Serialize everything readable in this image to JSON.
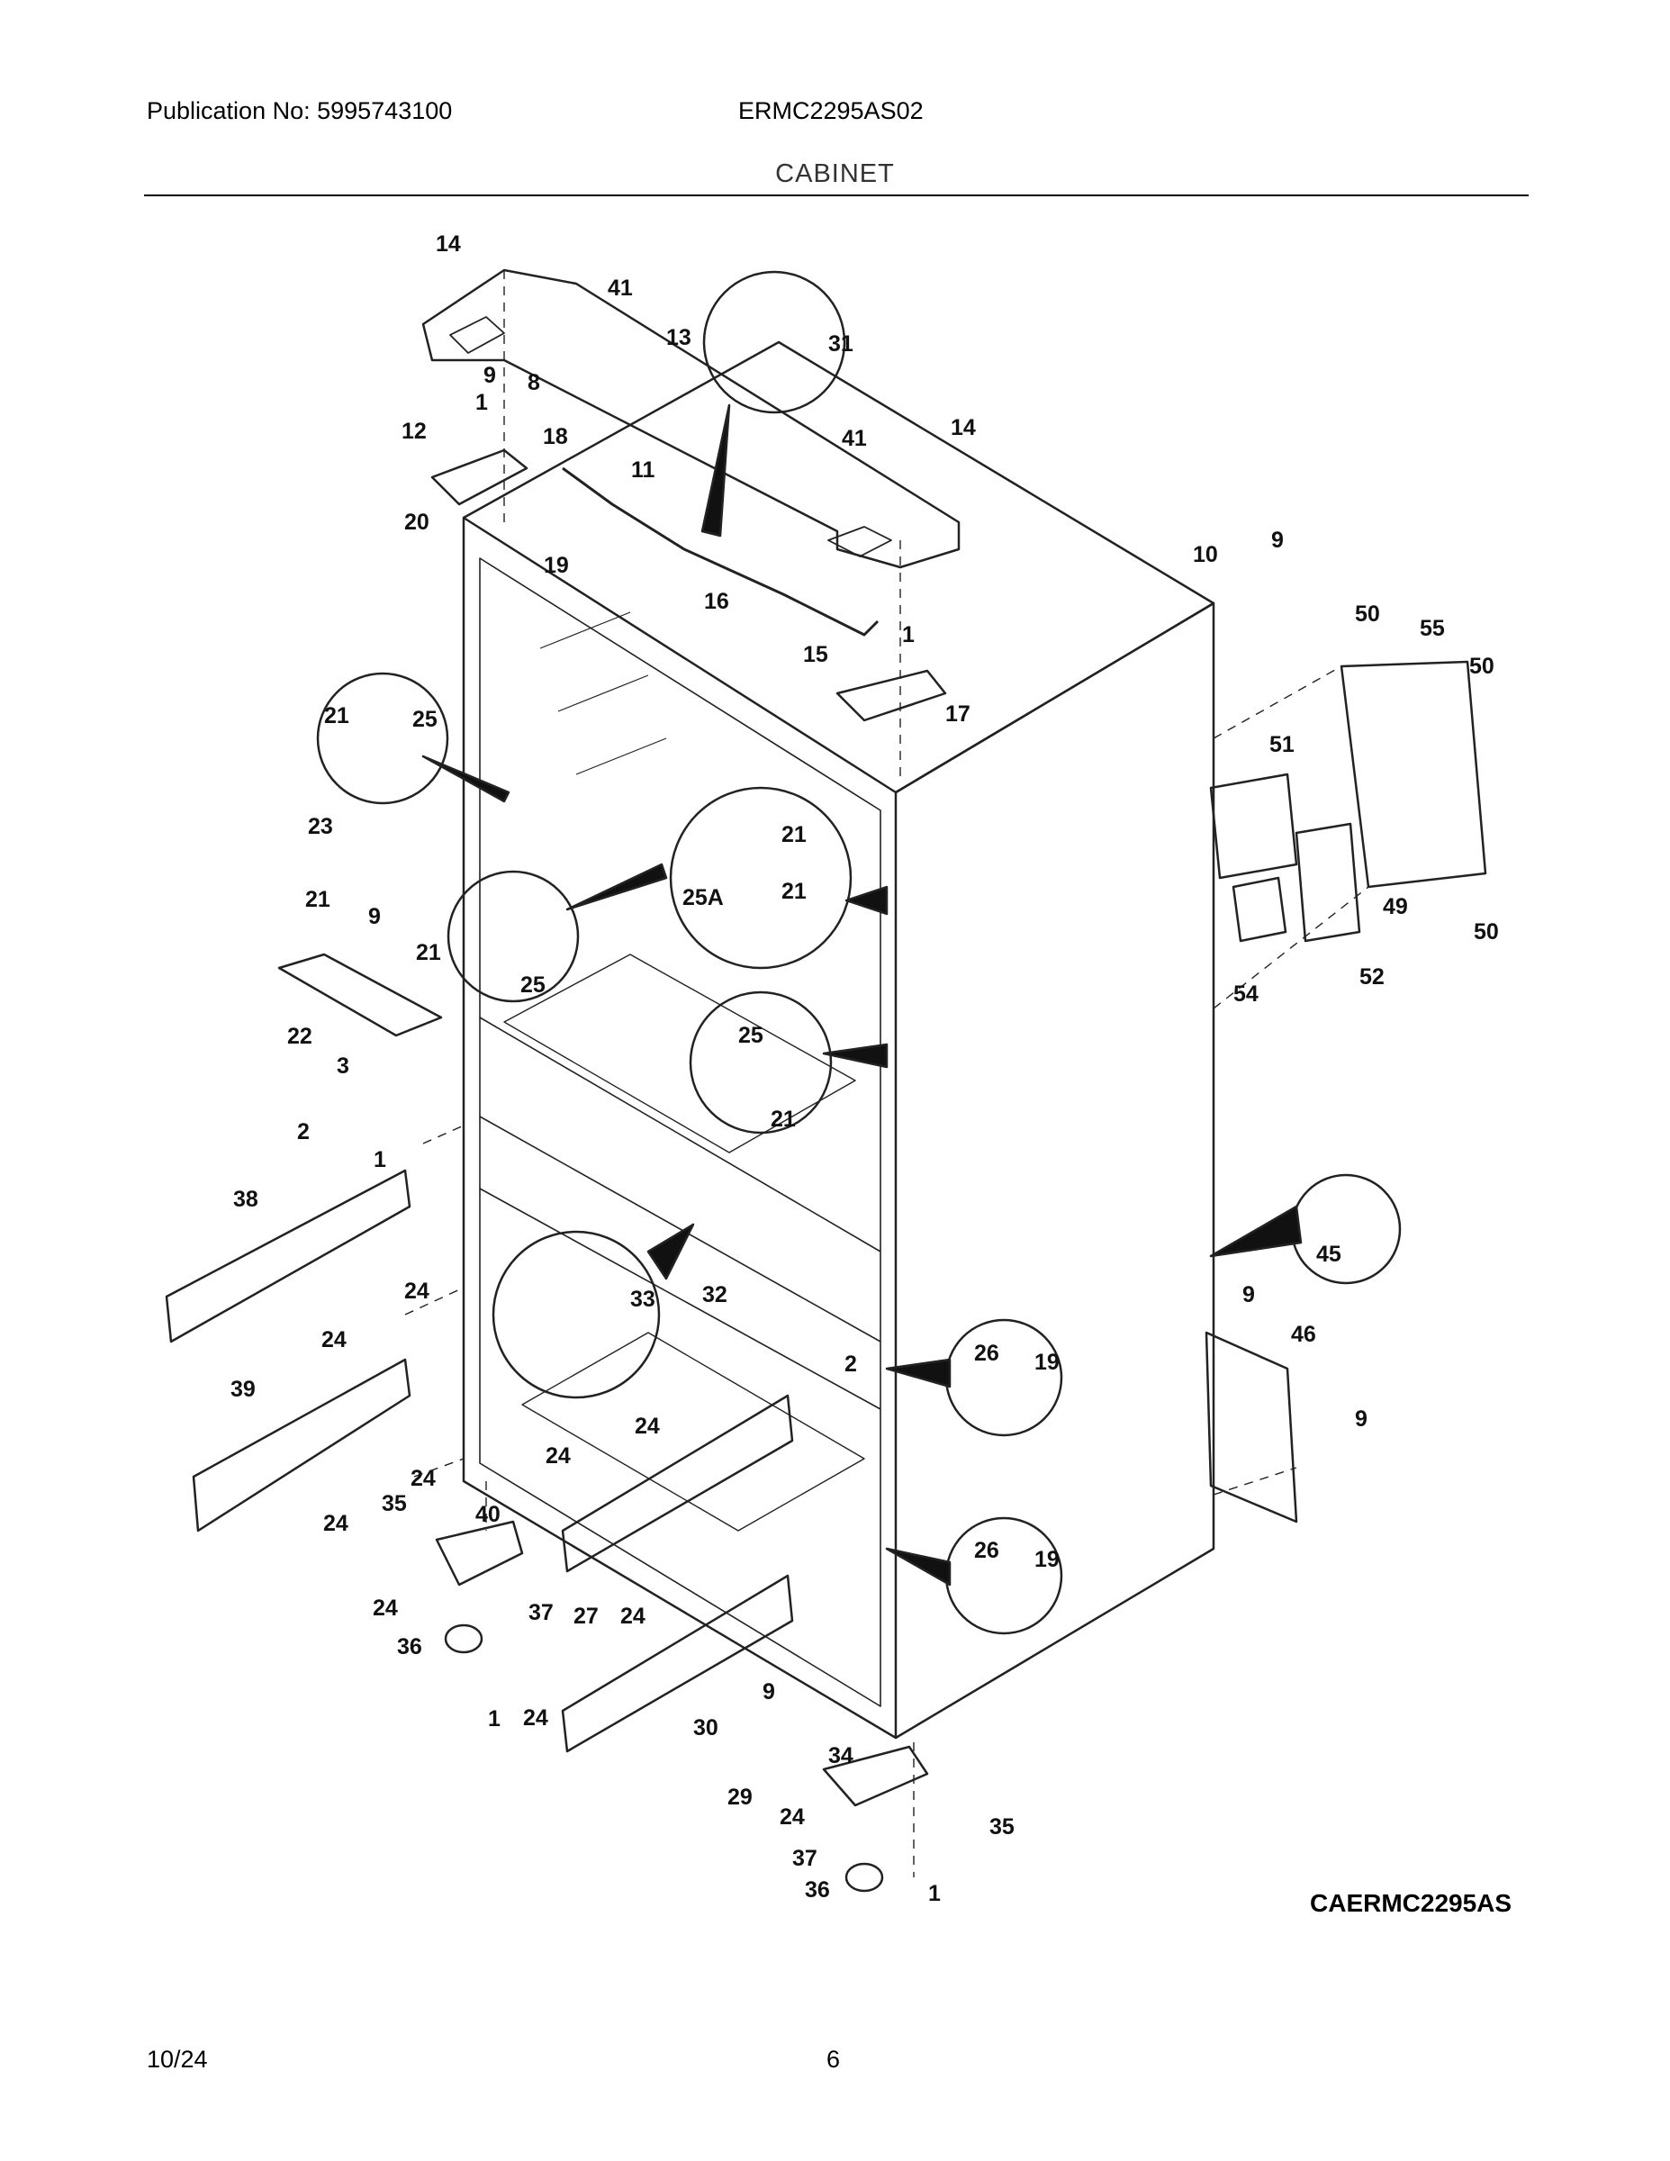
{
  "header": {
    "publication": "Publication No: 5995743100",
    "model": "ERMC2295AS02",
    "section": "CABINET"
  },
  "diagram": {
    "code": "CAERMC2295AS",
    "callouts": [
      "14",
      "41",
      "13",
      "31",
      "9",
      "8",
      "1",
      "12",
      "18",
      "11",
      "20",
      "19",
      "16",
      "15",
      "14",
      "41",
      "10",
      "9",
      "50",
      "55",
      "50",
      "1",
      "17",
      "21",
      "25",
      "51",
      "23",
      "9",
      "21",
      "25A",
      "21",
      "21",
      "49",
      "50",
      "21",
      "25",
      "54",
      "52",
      "22",
      "25",
      "3",
      "2",
      "1",
      "21",
      "38",
      "45",
      "24",
      "9",
      "24",
      "33",
      "32",
      "46",
      "26",
      "19",
      "2",
      "9",
      "39",
      "24",
      "24",
      "24",
      "24",
      "35",
      "40",
      "26",
      "19",
      "24",
      "37",
      "27",
      "24",
      "36",
      "1",
      "24",
      "30",
      "9",
      "29",
      "34",
      "24",
      "35",
      "37",
      "36",
      "1"
    ]
  },
  "footer": {
    "date": "10/24",
    "page": "6"
  }
}
